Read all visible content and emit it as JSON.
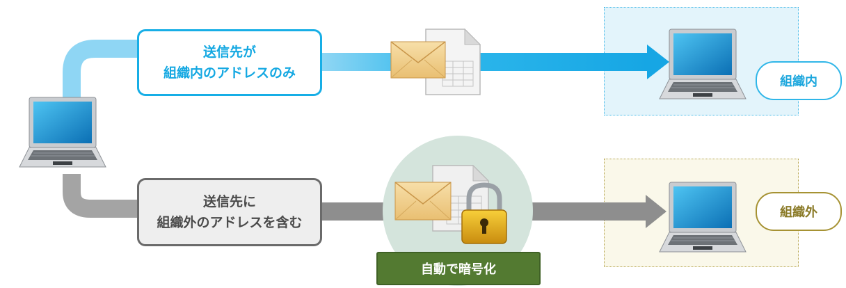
{
  "route_internal": {
    "condition_line1": "送信先が",
    "condition_line2": "組織内のアドレスのみ",
    "destination_label": "組織内"
  },
  "route_external": {
    "condition_line1": "送信先に",
    "condition_line2": "組織外のアドレスを含む",
    "destination_label": "組織外",
    "action_label": "自動で暗号化"
  },
  "colors": {
    "internal_accent": "#17aee6",
    "internal_zone_fill": "#e3f4fb",
    "external_accent": "#8a7a26",
    "external_zone_fill": "#faf8ea",
    "external_arrow": "#8e8e8e",
    "encrypt_button": "#537a31",
    "encrypt_circle": "#d4e4dc"
  },
  "icons": [
    "laptop-icon",
    "envelope-icon",
    "document-icon",
    "padlock-icon",
    "arrow-right-icon"
  ]
}
